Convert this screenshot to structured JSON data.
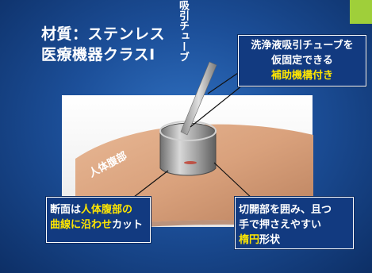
{
  "title": {
    "line1": "材質：ステンレス",
    "line2": "医療機器クラスⅠ"
  },
  "labels": {
    "tube": "吸引チューブ",
    "body": "人体腹部"
  },
  "callouts": {
    "top_right": {
      "line1": "洗浄液吸引チューブを",
      "line2": "仮固定できる",
      "highlight": "補助機構付き"
    },
    "bottom_left": {
      "part1": "断面は",
      "highlight1": "人体腹部の",
      "highlight2": "曲線に沿わせ",
      "part2": "カット"
    },
    "bottom_right": {
      "line1": "切開部を囲み、且つ",
      "line2": "手で押さえやすい",
      "highlight": "楕円",
      "part2": "形状"
    }
  },
  "colors": {
    "background": "#1c4f99",
    "highlight": "#ffe600",
    "accent_tab": "#9fcf3a",
    "skin": "#d9a17c"
  }
}
